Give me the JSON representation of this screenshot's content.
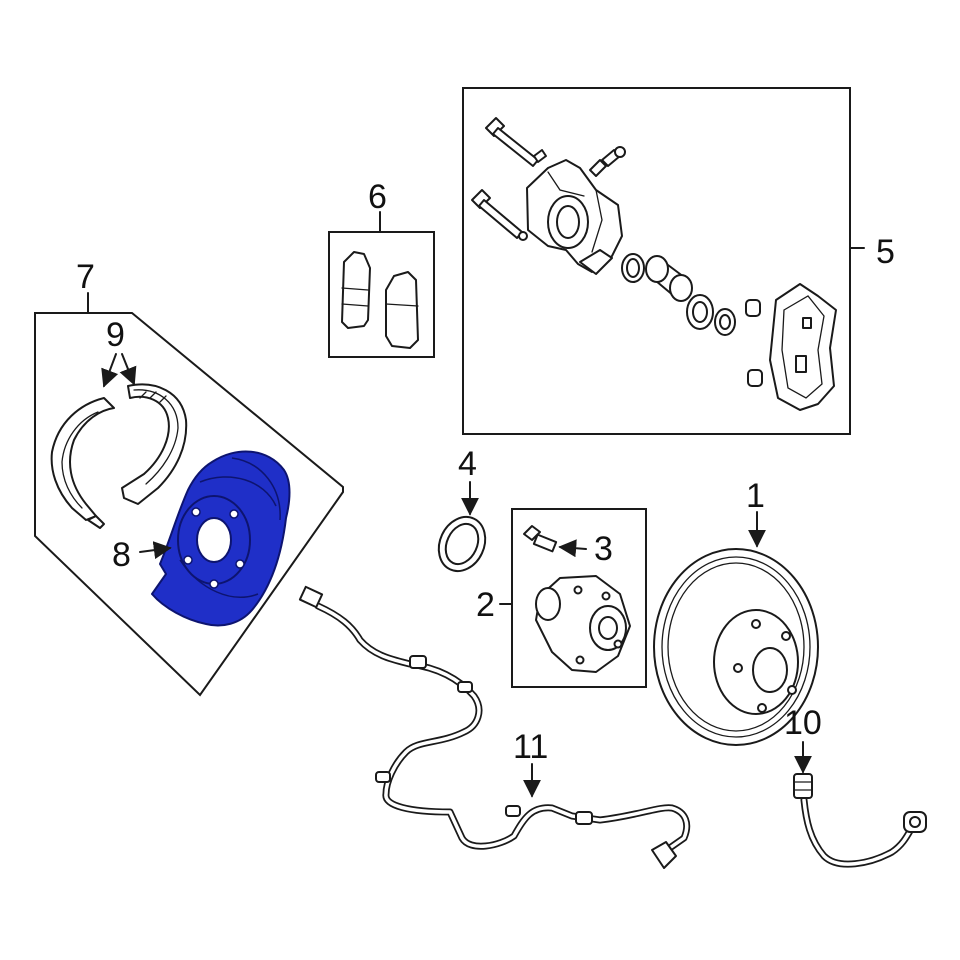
{
  "callouts": {
    "c1": "1",
    "c2": "2",
    "c3": "3",
    "c4": "4",
    "c5": "5",
    "c6": "6",
    "c7": "7",
    "c8": "8",
    "c9": "9",
    "c10": "10",
    "c11": "11"
  },
  "colors": {
    "highlight": "#1f2fc8",
    "line": "#1a1a1a",
    "background": "#ffffff"
  }
}
